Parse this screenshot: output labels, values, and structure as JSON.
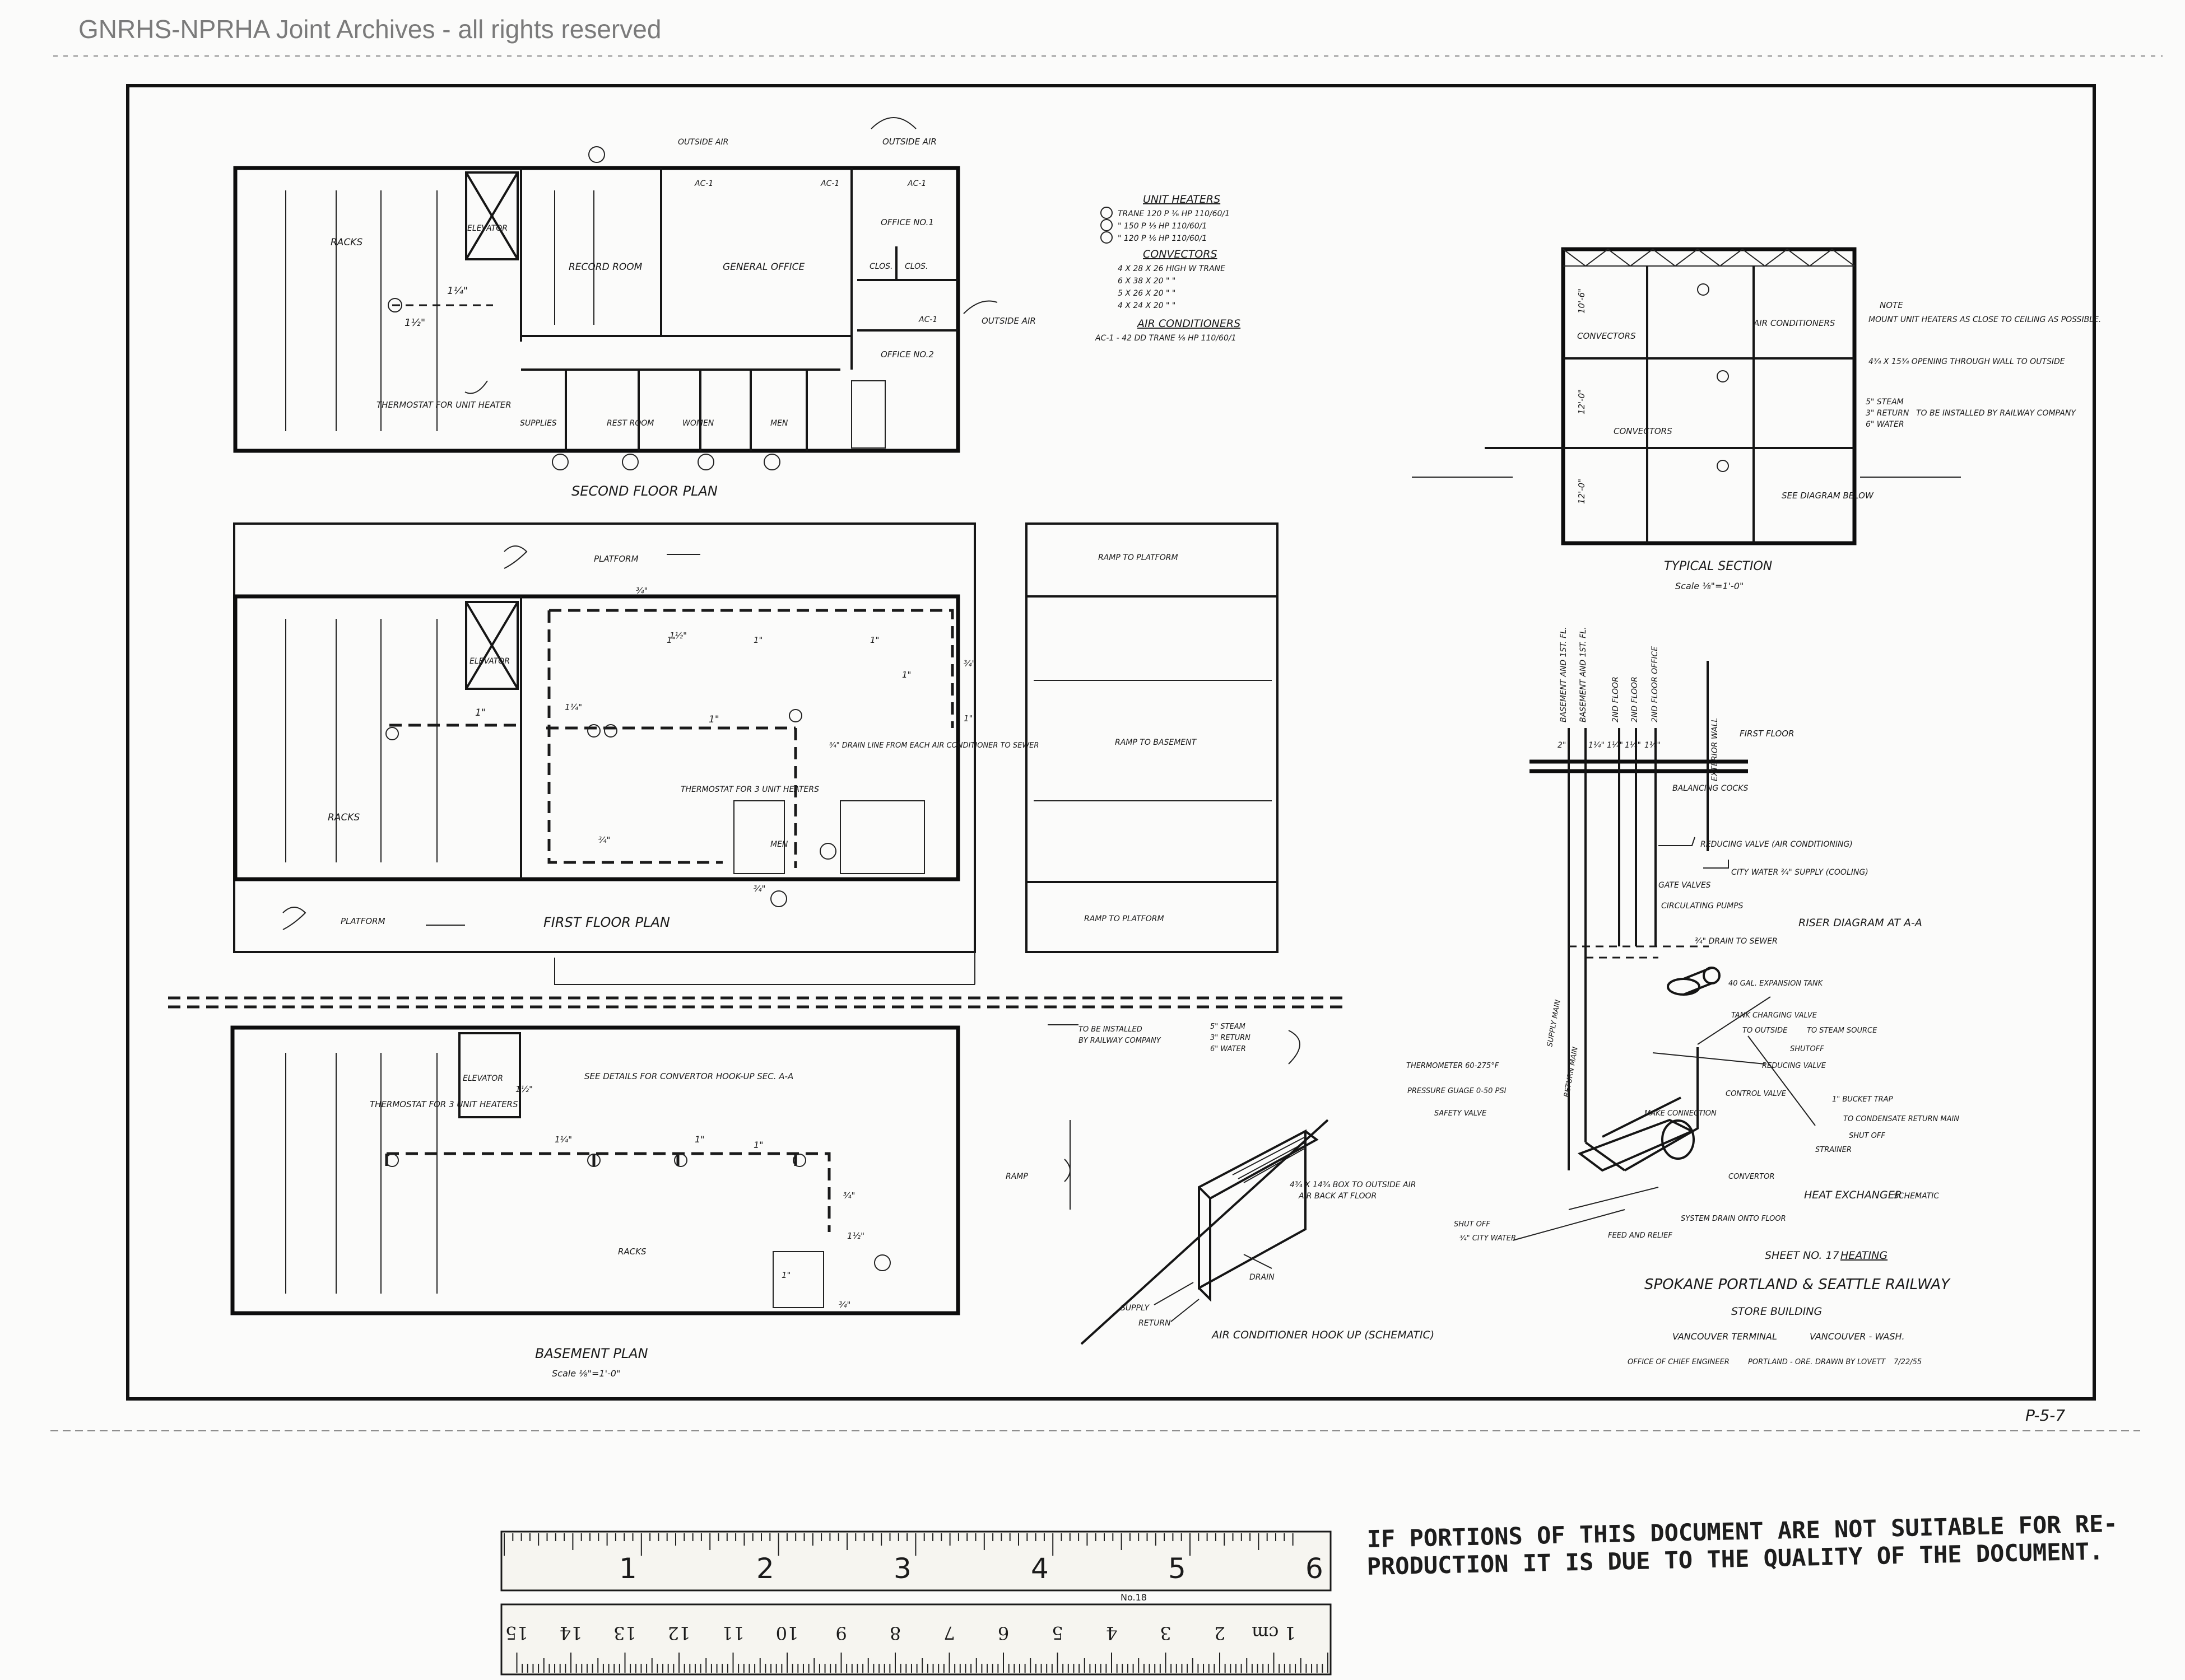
{
  "header": {
    "archive_notice": "GNRHS-NPRHA Joint Archives - all rights reserved"
  },
  "second_floor": {
    "title": "SECOND FLOOR PLAN",
    "rooms": [
      "RACKS",
      "ELEVATOR",
      "RECORD ROOM",
      "GENERAL OFFICE",
      "OFFICE NO.1",
      "OFFICE NO.2",
      "CLOS.",
      "CLOS.",
      "SUPPLIES",
      "REST ROOM",
      "WOMEN",
      "MEN"
    ],
    "ac_labels": [
      "AC-1",
      "AC-1",
      "AC-1",
      "AC-1"
    ],
    "outside_air": [
      "OUTSIDE AIR",
      "OUTSIDE AIR",
      "OUTSIDE AIR"
    ],
    "thermostat": "THERMOSTAT FOR UNIT HEATER",
    "pipe_sizes": [
      "1¼\"",
      "1½\""
    ]
  },
  "legend": {
    "unit_heaters_title": "UNIT HEATERS",
    "unit_heaters": [
      "TRANE 120 P ⅙ HP 110/60/1",
      "\" 150 P ⅓ HP 110/60/1",
      "\" 120 P ⅙ HP 110/60/1"
    ],
    "convectors_title": "CONVECTORS",
    "convectors": [
      "4 X 28 X 26 HIGH W TRANE",
      "6 X 38 X 20 \" \"",
      "5 X 26 X 20 \" \"",
      "4 X 24 X 20 \" \""
    ],
    "ac_title": "AIR CONDITIONERS",
    "ac": [
      "AC-1 - 42 DD TRANE ⅙ HP 110/60/1"
    ]
  },
  "typical_section": {
    "title": "TYPICAL SECTION",
    "scale": "Scale ⅛\"=1'-0\"",
    "labels": [
      "CONVECTORS",
      "CONVECTORS",
      "AIR CONDITIONERS",
      "SEE DIAGRAM BELOW"
    ],
    "dims": [
      "10'-6\"",
      "12'-0\"",
      "12'-0\""
    ],
    "note_title": "NOTE",
    "note_body": "MOUNT UNIT HEATERS AS CLOSE TO CEILING AS POSSIBLE.",
    "opening_note": "4¾ X 15¾ OPENING THROUGH WALL TO OUTSIDE",
    "steam_labels": [
      "5\" STEAM",
      "3\" RETURN",
      "6\" WATER"
    ],
    "railway_note": "TO BE INSTALLED BY RAILWAY COMPANY"
  },
  "first_floor": {
    "title": "FIRST FLOOR PLAN",
    "labels": [
      "PLATFORM",
      "PLATFORM",
      "ELEVATOR",
      "RACKS",
      "MEN"
    ],
    "drain_note": "¾\" DRAIN LINE FROM EACH AIR CONDITIONER TO SEWER",
    "thermostat": "THERMOSTAT FOR 3 UNIT HEATERS",
    "pipe_sizes": [
      "1\"",
      "1\"",
      "1¼\"",
      "1½\"",
      "¾\"",
      "1\"",
      "1\"",
      "1\"",
      "1\"",
      "1\"",
      "¾\"",
      "¾\"",
      "¾\""
    ],
    "ramps": [
      "RAMP TO PLATFORM",
      "RAMP TO BASEMENT",
      "RAMP TO PLATFORM"
    ]
  },
  "basement": {
    "title": "BASEMENT PLAN",
    "scale": "Scale ⅛\"=1'-0\"",
    "labels": [
      "ELEVATOR",
      "RACKS",
      "RAMP"
    ],
    "see_details": "SEE DETAILS FOR CONVERTOR HOOK-UP SEC. A-A",
    "thermostat": "THERMOSTAT FOR 3 UNIT HEATERS",
    "railway_note": [
      "TO BE INSTALLED",
      "BY RAILWAY COMPANY"
    ],
    "steam_labels": [
      "5\" STEAM",
      "3\" RETURN",
      "6\" WATER"
    ],
    "pipe_sizes": [
      "1½\"",
      "1¼\"",
      "1\"",
      "1\"",
      "¾\"",
      "1½\"",
      "1\"",
      "¾\""
    ]
  },
  "ac_hookup": {
    "title": "AIR CONDITIONER HOOK UP (SCHEMATIC)",
    "labels": [
      "4¾ X 14¾ BOX TO OUTSIDE AIR",
      "AIR BACK AT FLOOR",
      "DRAIN",
      "SUPPLY",
      "RETURN"
    ]
  },
  "riser": {
    "title": "RISER DIAGRAM AT A-A",
    "risers": [
      "BASEMENT AND 1ST. FL.",
      "BASEMENT AND 1ST. FL.",
      "2ND FLOOR",
      "2ND FLOOR",
      "2ND FLOOR OFFICE"
    ],
    "labels": [
      "FIRST FLOOR",
      "EXTERIOR WALL",
      "BALANCING COCKS",
      "REDUCING VALVE (AIR CONDITIONING)",
      "CITY WATER ¾\" SUPPLY (COOLING)",
      "GATE VALVES",
      "CIRCULATING PUMPS",
      "¾\" DRAIN TO SEWER"
    ],
    "sizes": [
      "2\"",
      "1¼\"",
      "1¼\"",
      "1¼\"",
      "1¼\""
    ]
  },
  "heat_exchanger": {
    "title": "HEAT EXCHANGER",
    "subtitle": "SCHEMATIC",
    "labels": [
      "40 GAL. EXPANSION TANK",
      "TANK CHARGING VALVE",
      "TO OUTSIDE",
      "TO STEAM SOURCE",
      "SHUTOFF",
      "REDUCING VALVE",
      "THERMOMETER 60-275°F",
      "PRESSURE GUAGE 0-50 PSI",
      "SAFETY VALVE",
      "CONTROL VALVE",
      "MAKE CONNECTION",
      "1\" BUCKET TRAP",
      "TO CONDENSATE RETURN MAIN",
      "SHUT OFF",
      "STRAINER",
      "CONVERTOR",
      "SYSTEM DRAIN ONTO FLOOR",
      "FEED AND RELIEF",
      "SHUT OFF",
      "¾\" CITY WATER",
      "RETURN MAIN",
      "SUPPLY MAIN"
    ]
  },
  "title_block": {
    "sheet": "SHEET NO. 17",
    "discipline": "HEATING",
    "railway": "SPOKANE PORTLAND & SEATTLE RAILWAY",
    "building": "STORE BUILDING",
    "location_left": "VANCOUVER TERMINAL",
    "location_right": "VANCOUVER - WASH.",
    "office": "OFFICE OF CHIEF ENGINEER",
    "city": "PORTLAND - ORE.",
    "drawn_by": "DRAWN BY LOVETT",
    "date": "7/22/55"
  },
  "sheet_id": "P-5-7",
  "ruler": {
    "inch_numbers": [
      "1",
      "2",
      "3",
      "4",
      "5",
      "6"
    ],
    "cm_numbers": [
      "1 cm",
      "2",
      "3",
      "4",
      "5",
      "6",
      "7",
      "8",
      "9",
      "10",
      "11",
      "12",
      "13",
      "14",
      "15"
    ],
    "maker": "No.18"
  },
  "quality_notice": [
    "IF PORTIONS OF THIS DOCUMENT ARE NOT SUITABLE FOR RE-",
    "PRODUCTION IT IS DUE TO THE QUALITY OF THE DOCUMENT."
  ],
  "colors": {
    "ink": "#1a1a1a",
    "paper": "#fbfbfa",
    "header_gray": "#7a7a7a"
  }
}
